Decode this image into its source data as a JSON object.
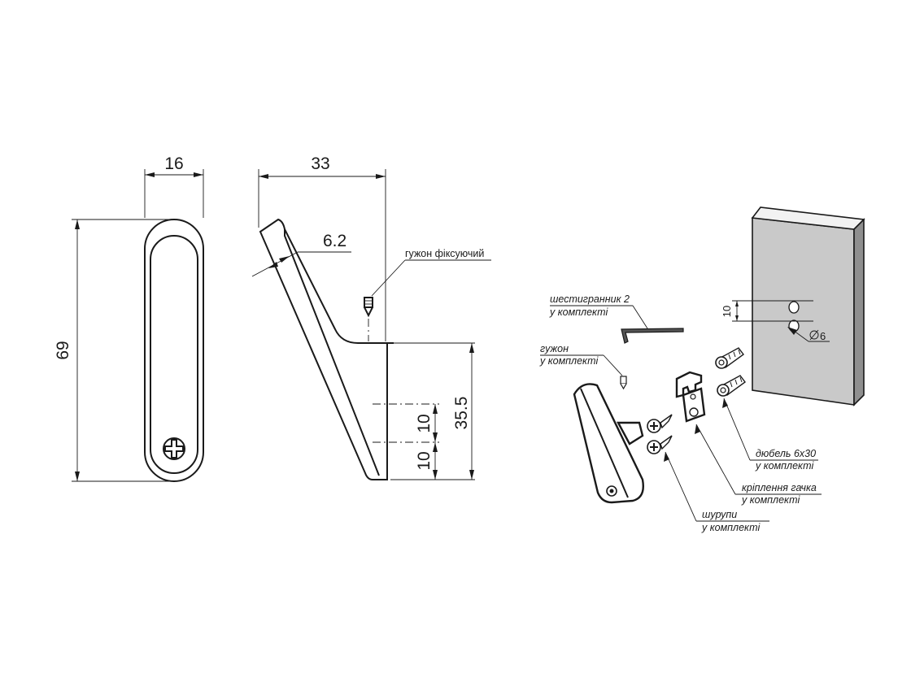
{
  "dimensions": {
    "front_width": "16",
    "front_height": "69",
    "side_depth": "33",
    "side_thickness": "6.2",
    "mount_height": "35.5",
    "spacing_upper": "10",
    "spacing_lower": "10",
    "wall_hole_spacing": "10",
    "wall_hole_diameter": "6"
  },
  "labels": {
    "set_screw_fixing": "гужон фіксуючий",
    "hex_key_line1": "шестигранник 2",
    "hex_key_line2": "у комплекті",
    "set_screw_line1": "гужон",
    "set_screw_line2": "у комплекті",
    "dowel_line1": "дюбель 6х30",
    "dowel_line2": "у комплекті",
    "bracket_line1": "кріплення гачка",
    "bracket_line2": "у комплекті",
    "screws_line1": "шурупи",
    "screws_line2": "у комплекті"
  }
}
